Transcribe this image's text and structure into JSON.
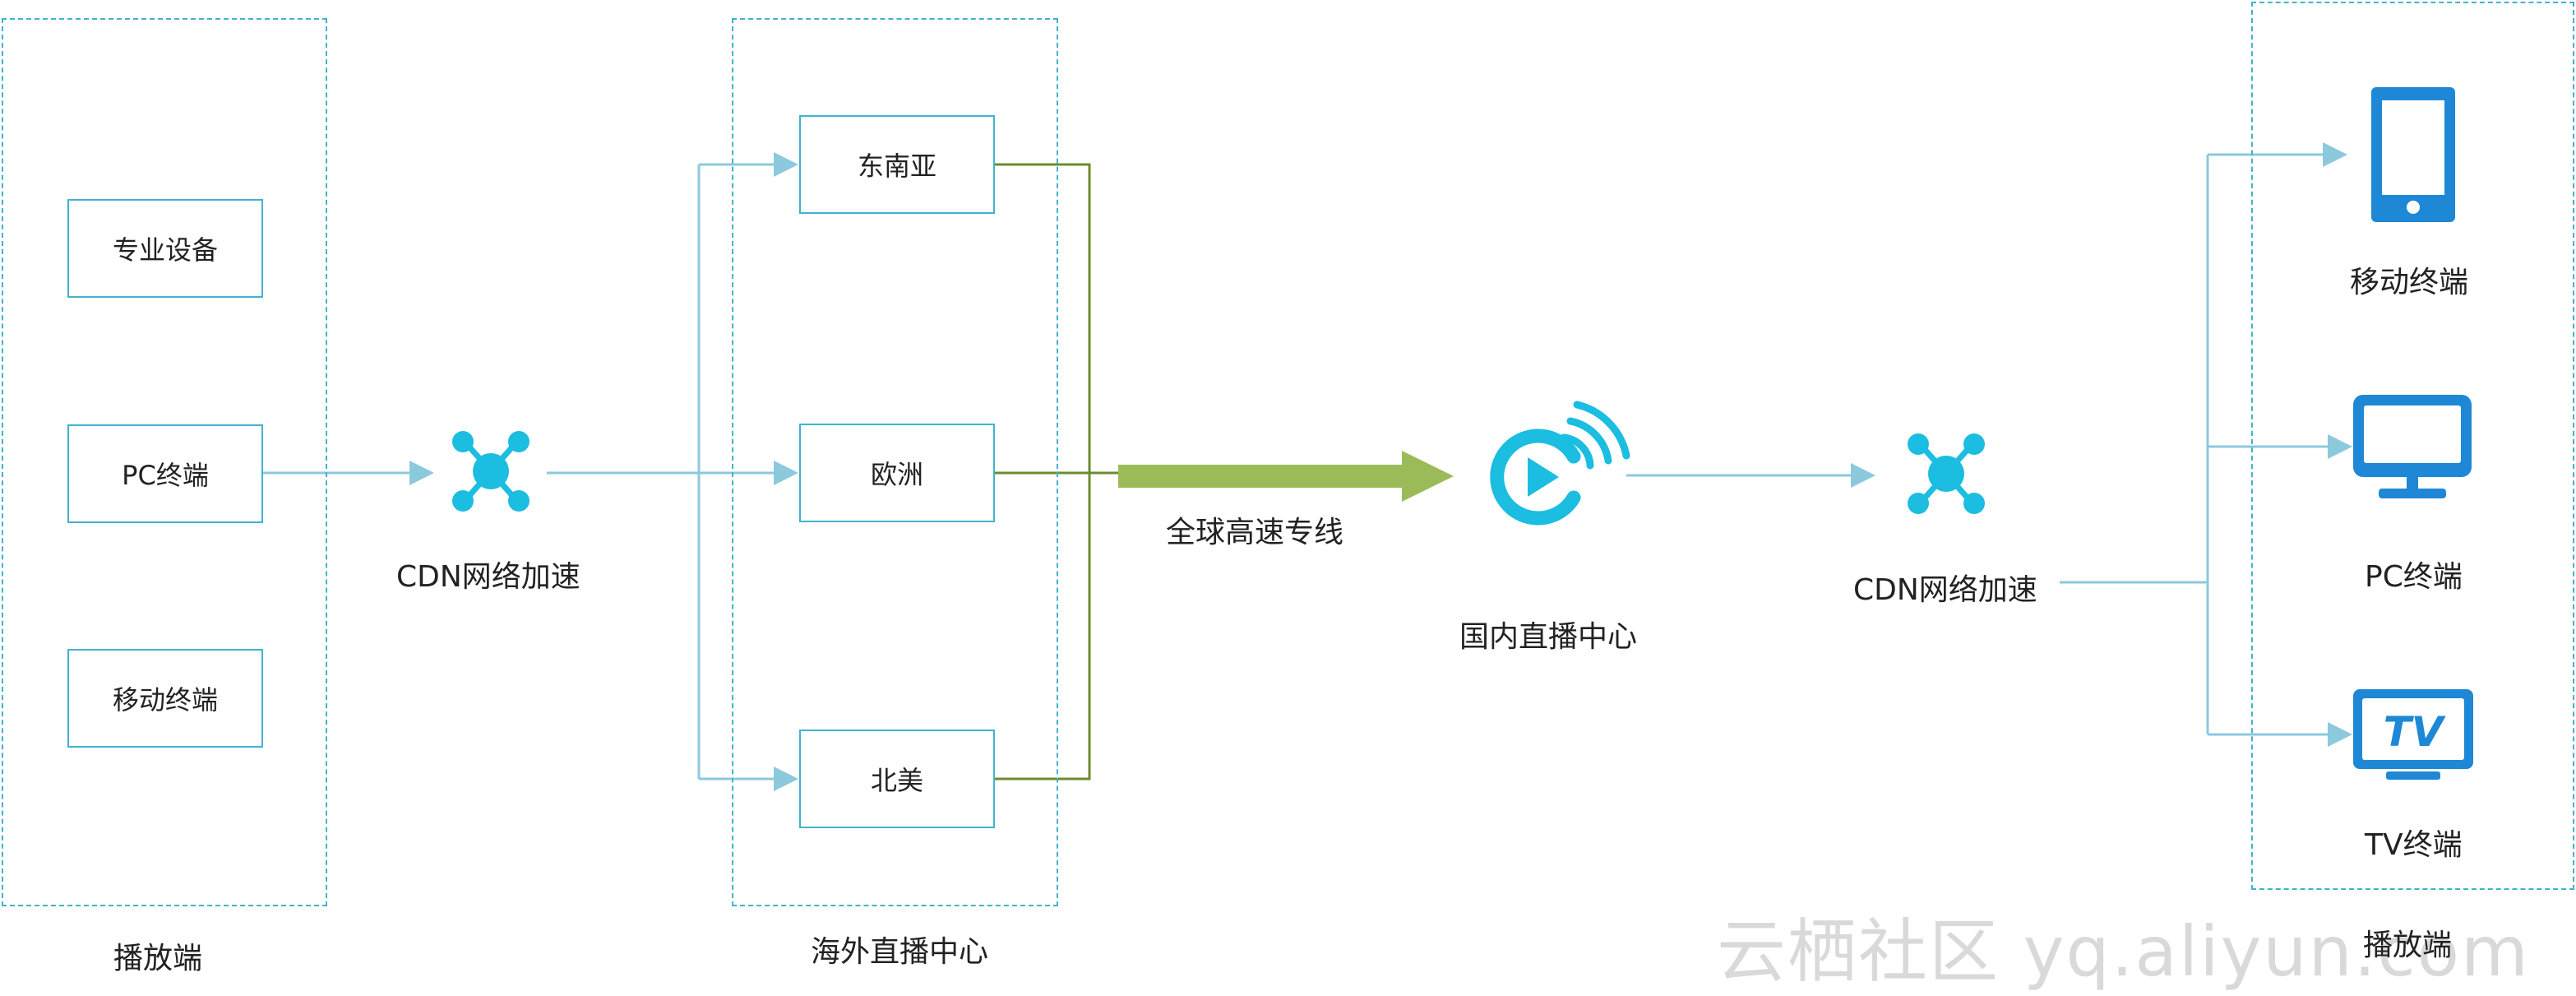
{
  "colors": {
    "box_border": "#3fb3cf",
    "connector": "#8cc9dc",
    "green_line": "#6e8b2f",
    "arrow": "#9bbb59",
    "node": "#1bbde0",
    "device": "#1e88d6"
  },
  "left_group": {
    "items": [
      {
        "label": "专业设备"
      },
      {
        "label": "PC终端"
      },
      {
        "label": "移动终端"
      }
    ],
    "caption": "播放端"
  },
  "cdn_left": {
    "icon": "network-node-icon",
    "label": "CDN网络加速"
  },
  "overseas_group": {
    "items": [
      {
        "label": "东南亚"
      },
      {
        "label": "欧洲"
      },
      {
        "label": "北美"
      }
    ],
    "caption": "海外直播中心"
  },
  "link": {
    "label": "全球高速专线"
  },
  "domestic_center": {
    "icon": "live-broadcast-icon",
    "label": "国内直播中心"
  },
  "cdn_right": {
    "icon": "network-node-icon",
    "label": "CDN网络加速"
  },
  "right_group": {
    "devices": [
      {
        "icon": "mobile-phone-icon",
        "label": "移动终端"
      },
      {
        "icon": "monitor-icon",
        "label": "PC终端"
      },
      {
        "icon": "tv-icon",
        "label": "TV终端",
        "icon_text": "TV"
      }
    ],
    "caption": "播放端"
  },
  "watermark": "云栖社区 yq.aliyun.com"
}
